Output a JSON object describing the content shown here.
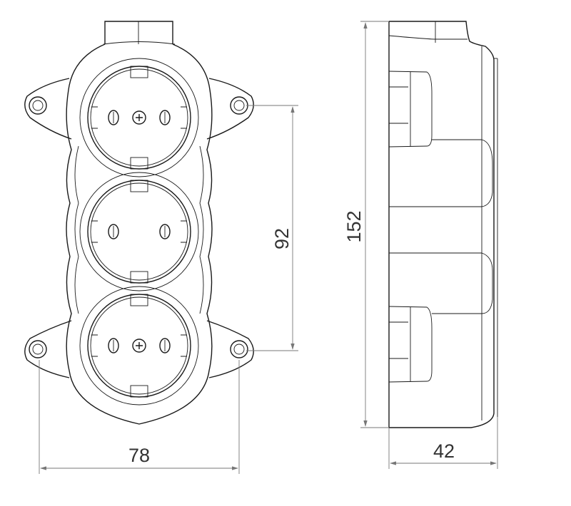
{
  "drawing": {
    "front_view": {
      "sockets": [
        {
          "index": 1,
          "has_center_screw": true
        },
        {
          "index": 2,
          "has_center_screw": false
        },
        {
          "index": 3,
          "has_center_screw": true
        }
      ],
      "dimensions": {
        "socket_spacing": "92",
        "width": "78"
      }
    },
    "side_view": {
      "dimensions": {
        "height": "152",
        "depth": "42"
      }
    },
    "colors": {
      "line": "#1a1a1a",
      "dimension": "#777777"
    }
  }
}
